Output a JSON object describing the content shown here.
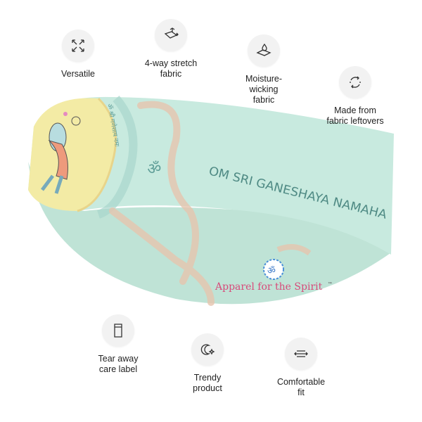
{
  "features": [
    {
      "label": "Versatile",
      "icon": "arrows-expand-icon"
    },
    {
      "label": "4-way stretch\nfabric",
      "icon": "stretch-fabric-icon"
    },
    {
      "label": "Moisture-\nwicking\nfabric",
      "icon": "water-drop-fabric-icon"
    },
    {
      "label": "Made from\nfabric leftovers",
      "icon": "recycle-icon"
    },
    {
      "label": "Tear away\ncare label",
      "icon": "care-label-icon"
    },
    {
      "label": "Trendy\nproduct",
      "icon": "sparkle-face-icon"
    },
    {
      "label": "Comfortable\nfit",
      "icon": "comfort-fit-icon"
    }
  ],
  "product": {
    "mantra": "OM SRI GANESHAYA NAMAHA",
    "om_symbol": "ॐ",
    "devanagari": "ॐ श्री गणेशाय नमः",
    "brand": "Apparel for the Spirit",
    "trademark": "™",
    "colors": {
      "band": "#c6e8dc",
      "yellow": "#f4eca6",
      "peach": "#e8c4ac",
      "text": "#4f8a84"
    }
  }
}
